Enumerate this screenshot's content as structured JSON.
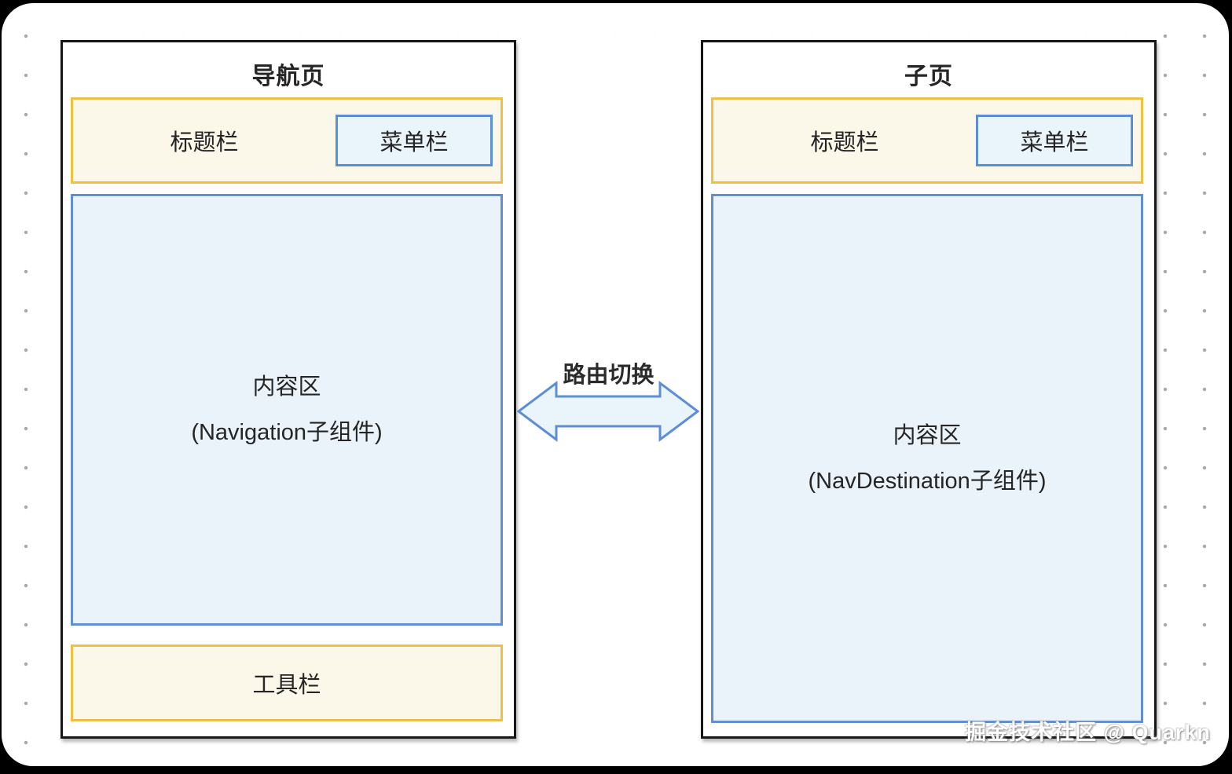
{
  "left_panel": {
    "title": "导航页",
    "title_bar": {
      "label": "标题栏",
      "menu_bar": {
        "label": "菜单栏"
      }
    },
    "content": {
      "line1": "内容区",
      "line2": "(Navigation子组件)"
    },
    "toolbar": {
      "label": "工具栏"
    }
  },
  "right_panel": {
    "title": "子页",
    "title_bar": {
      "label": "标题栏",
      "menu_bar": {
        "label": "菜单栏"
      }
    },
    "content": {
      "line1": "内容区",
      "line2": "(NavDestination子组件)"
    }
  },
  "connector": {
    "label": "路由切换",
    "arrow_fill": "#EAF4FB",
    "arrow_stroke": "#5B8ED6"
  },
  "watermark": {
    "text": "掘金技术社区 @ Quarkn"
  },
  "colors": {
    "background": "#000000",
    "card": "#ffffff",
    "dot_grid": "#a9a9a9",
    "panel_border": "#161616",
    "accent_yellow": "#F0BF44",
    "cream_fill": "#FBF7E9",
    "accent_blue": "#5A8FD8",
    "light_blue_fill": "#EBF3FA",
    "text": "#252525"
  }
}
